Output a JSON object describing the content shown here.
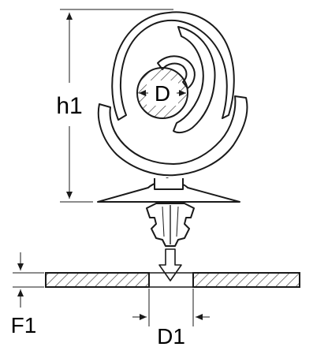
{
  "labels": {
    "height": "h1",
    "rod_diameter": "D",
    "panel_thickness": "F1",
    "hole_diameter": "D1"
  },
  "colors": {
    "stroke": "#1a1a1a",
    "fill": "#ffffff",
    "hatch": "#444444"
  }
}
